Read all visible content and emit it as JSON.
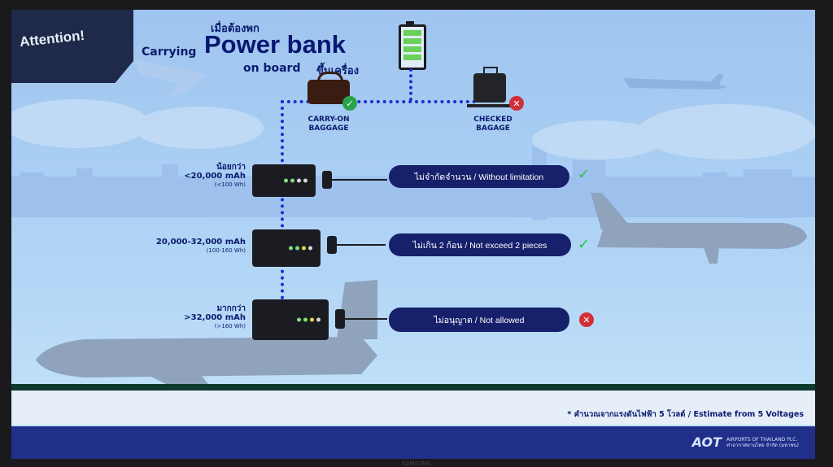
{
  "badge": {
    "label": "Attention!"
  },
  "title": {
    "thai_top": "เมื่อต้องพก",
    "carrying": "Carrying",
    "main": "Power bank",
    "on_board": "on board",
    "thai_bottom": "ขึ้นเครื่อง"
  },
  "baggage": {
    "carry_on": {
      "line1": "CARRY-ON",
      "line2": "BAGGAGE",
      "status": "allowed"
    },
    "checked": {
      "line1": "CHECKED",
      "line2": "BAGAGE",
      "status": "not-allowed"
    }
  },
  "rules": [
    {
      "thai": "น้อยกว่า",
      "capacity": "<20,000 mAh",
      "note": "(<100 Wh)",
      "label": "ไม่จำกัดจำนวน / Without limitation",
      "status": "allowed",
      "icon": "check-icon"
    },
    {
      "thai": "",
      "capacity": "20,000-32,000 mAh",
      "note": "(100-160 Wh)",
      "label": "ไม่เกิน 2 ก้อน / Not exceed 2 pieces",
      "status": "allowed",
      "icon": "check-icon"
    },
    {
      "thai": "มากกว่า",
      "capacity": ">32,000 mAh",
      "note": "(>160 Wh)",
      "label": "ไม่อนุญาต / Not allowed",
      "status": "not-allowed",
      "icon": "x-icon"
    }
  ],
  "footer": {
    "note": "* คำนวณจากแรงดันไฟฟ้า 5 โวลต์ / Estimate from 5 Voltages",
    "logo_mark": "AOT",
    "logo_line1": "AIRPORTS OF THAILAND PLC.",
    "logo_line2": "ท่าอากาศยานไทย จำกัด (มหาชน)"
  },
  "bezel": {
    "brand": "SAMSUNG"
  },
  "colors": {
    "navy": "#16206b",
    "dots": "#1830d0",
    "sky": "#a8cdf3",
    "check": "#2ec24a",
    "cross": "#d0303a"
  }
}
